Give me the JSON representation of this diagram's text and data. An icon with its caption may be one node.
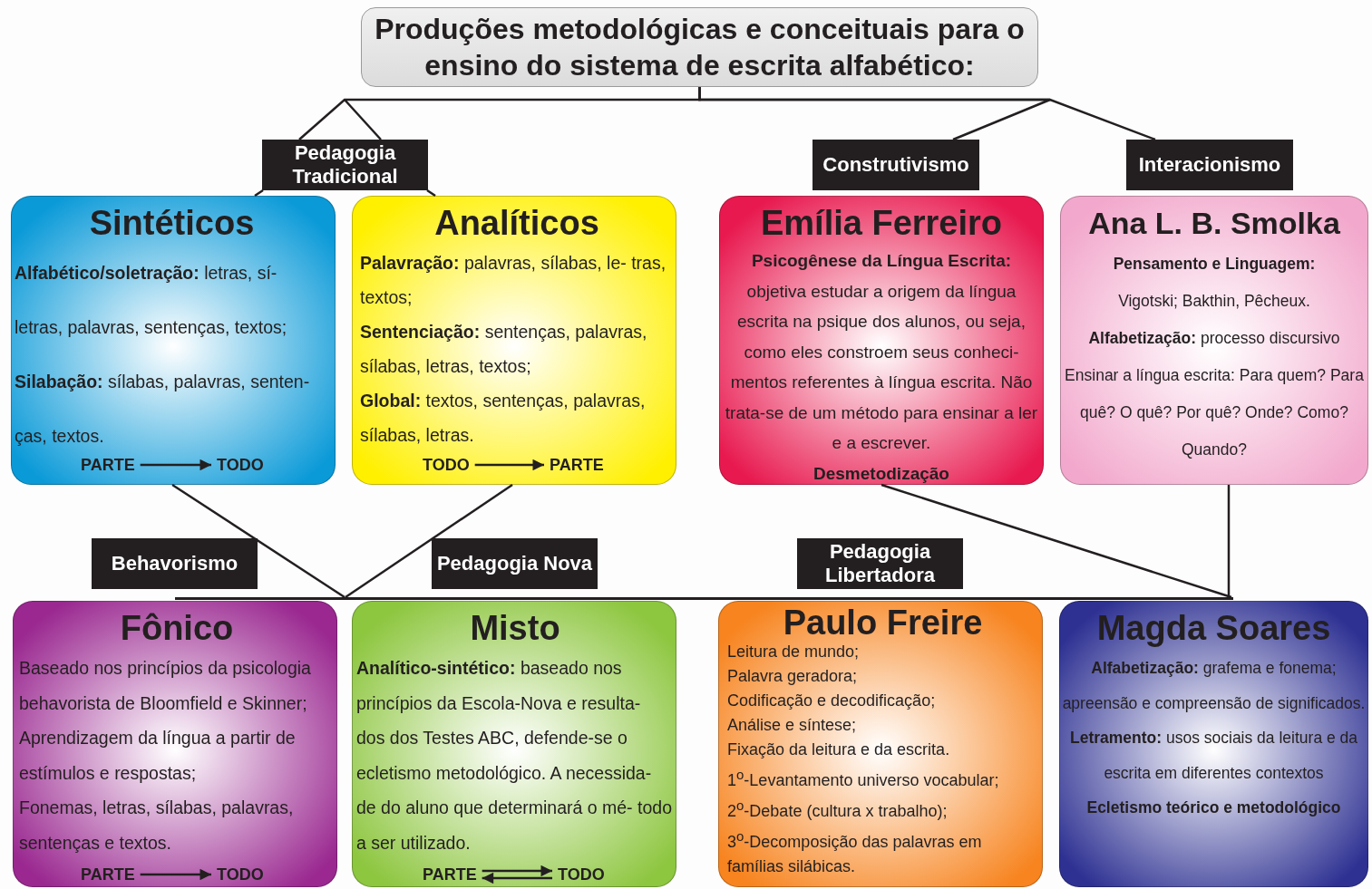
{
  "diagram": {
    "nodes": [
      {
        "text": [
          "Produções metodológicas e conceituais para o ensino do sistema de escrita alfabético:"
        ]
      },
      {
        "text": [
          "Pedagogia Tradicional"
        ]
      },
      {
        "text": [
          "Construtivismo"
        ]
      },
      {
        "text": [
          "Interacionismo"
        ]
      },
      {
        "text": [
          "Sintéticos",
          "**Alfabético/soletração:** letras, sí- letras, palavras, sentenças, textos;",
          "**Silabação:** sílabas, palavras, senten- ças, textos."
        ]
      },
      {
        "text": [
          "PARTE"
        ],
        "in": 4
      },
      {
        "text": [
          "TODO"
        ],
        "in": 4
      },
      {
        "text": [
          "Analíticos",
          "**Palavração:** palavras, sílabas, le- tras, textos;",
          "**Sentenciação:** sentenças, palavras, sílabas, letras, textos;",
          "**Global:** textos, sentenças, palavras, sílabas, letras."
        ]
      },
      {
        "text": [
          "TODO"
        ],
        "in": 7
      },
      {
        "text": [
          "PARTE"
        ],
        "in": 7
      },
      {
        "text": [
          "Emília Ferreiro",
          "Psicogênese da Língua Escrita:",
          "objetiva estudar a origem da língua escrita na psique dos alunos, ou seja, como eles constroem seus conheci- mentos referentes à língua escrita. Não trata-se de um método para ensinar a ler e a escrever.",
          "Desmetodização"
        ]
      },
      {
        "text": [
          "Ana L. B. Smolka",
          "Pensamento e Linguagem:",
          "Vigotski; Bakthin, Pêcheux.",
          "**Alfabetização:** processo discursivo",
          "Ensinar a língua escrita: Para quem? Para quê? O quê? Por quê? Onde? Como? Quando?"
        ]
      },
      {
        "text": [
          "Behavorismo"
        ]
      },
      {
        "text": [
          "Pedagogia Nova"
        ]
      },
      {
        "text": [
          "Pedagogia Libertadora"
        ]
      },
      {
        "text": [
          "Fônico",
          "Baseado nos princípios da psicologia behavorista de Bloomfield e Skinner;",
          "Aprendizagem da língua a partir de estímulos e respostas;",
          "Fonemas, letras, sílabas, palavras, sentenças e textos."
        ]
      },
      {
        "text": [
          "PARTE"
        ],
        "in": 15
      },
      {
        "text": [
          "TODO"
        ],
        "in": 15
      },
      {
        "text": [
          "Misto",
          "**Analítico-sintético:**  baseado nos princípios da Escola-Nova e resulta- dos dos Testes ABC, defende-se o ecletismo metodológico. A necessida- de do aluno que determinará o mé- todo a ser utilizado."
        ]
      },
      {
        "text": [
          "PARTE"
        ],
        "in": 18
      },
      {
        "text": [
          "TODO"
        ],
        "in": 18
      },
      {
        "text": [
          "Paulo Freire",
          "Leitura de mundo;",
          "Palavra geradora;",
          "Codificação e decodificação;",
          "Análise e síntese;",
          "Fixação da leitura e da escrita.",
          "1$^{o}$-Levantamento universo vocabular;",
          "2$^{o}$-Debate (cultura x trabalho);",
          "3$^{o}$-Decomposição das palavras em famílias silábicas."
        ]
      },
      {
        "text": [
          "Magda Soares",
          "**Alfabetização:** grafema e fonema; apreensão e compreensão de significados.",
          "**Letramento:** usos sociais da leitura e da escrita em diferentes contextos",
          "Ecletismo teórico e metodológico"
        ]
      },
      {
        "text": [],
        "shape": "bar"
      }
    ],
    "edges": [
      {
        "from": 0,
        "to": 1,
        "arrow": "none"
      },
      {
        "from": 0,
        "to": 2,
        "arrow": "none"
      },
      {
        "from": 0,
        "to": 3,
        "arrow": "none"
      },
      {
        "from": 1,
        "to": 4,
        "arrow": "none"
      },
      {
        "from": 1,
        "to": 7,
        "arrow": "none"
      },
      {
        "from": 5,
        "to": 6,
        "arrow": "to"
      },
      {
        "from": 8,
        "to": 9,
        "arrow": "to"
      },
      {
        "from": 4,
        "to": 23,
        "arrow": "none"
      },
      {
        "from": 7,
        "to": 23,
        "arrow": "none"
      },
      {
        "from": 10,
        "to": 23,
        "arrow": "none"
      },
      {
        "from": 11,
        "to": 23,
        "arrow": "none"
      },
      {
        "from": 16,
        "to": 17,
        "arrow": "to"
      },
      {
        "from": 19,
        "to": 20,
        "arrow": "to"
      },
      {
        "from": 20,
        "to": 19,
        "arrow": "to"
      }
    ]
  }
}
